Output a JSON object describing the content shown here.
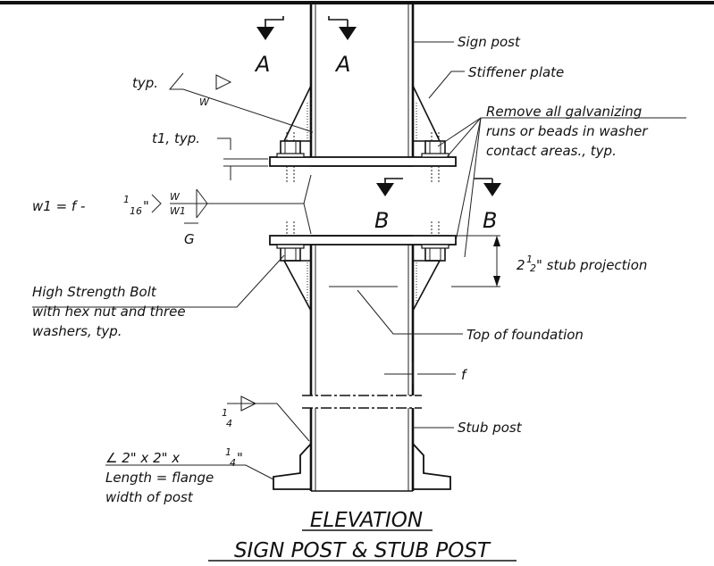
{
  "labels": {
    "sign_post": "Sign post",
    "stiffener_plate": "Stiffener plate",
    "galv_line1": "Remove all galvanizing",
    "galv_line2": "runs or beads in washer",
    "galv_line3": "contact areas., typ.",
    "typ": "typ.",
    "weld_w": "W",
    "t1": "t1, typ.",
    "w1_formula": "w1 = f -",
    "w1_frac_num": "1",
    "w1_frac_den": "16",
    "w1_inch": "\"",
    "weld_w2": "W",
    "weld_w1": "W1",
    "weld_g": "G",
    "stub_proj_whole": "2",
    "stub_proj_num": "1",
    "stub_proj_den": "2",
    "stub_proj_rest": "\" stub projection",
    "bolt_line1": "High Strength Bolt",
    "bolt_line2": "with hex nut and three",
    "bolt_line3": "washers, typ.",
    "top_foundation": "Top of foundation",
    "f": "f",
    "quarter_num": "1",
    "quarter_den": "4",
    "stub_post": "Stub post",
    "angle_line1": "∠ 2\" x 2\" x",
    "angle_num": "1",
    "angle_den": "4",
    "angle_inch": "\"",
    "angle_line2": "Length = flange",
    "angle_line3": "width of post"
  },
  "sections": {
    "a_left": "A",
    "a_right": "A",
    "b_left": "B",
    "b_right": "B"
  },
  "title": {
    "line1": "ELEVATION",
    "line2": "SIGN POST & STUB POST"
  }
}
